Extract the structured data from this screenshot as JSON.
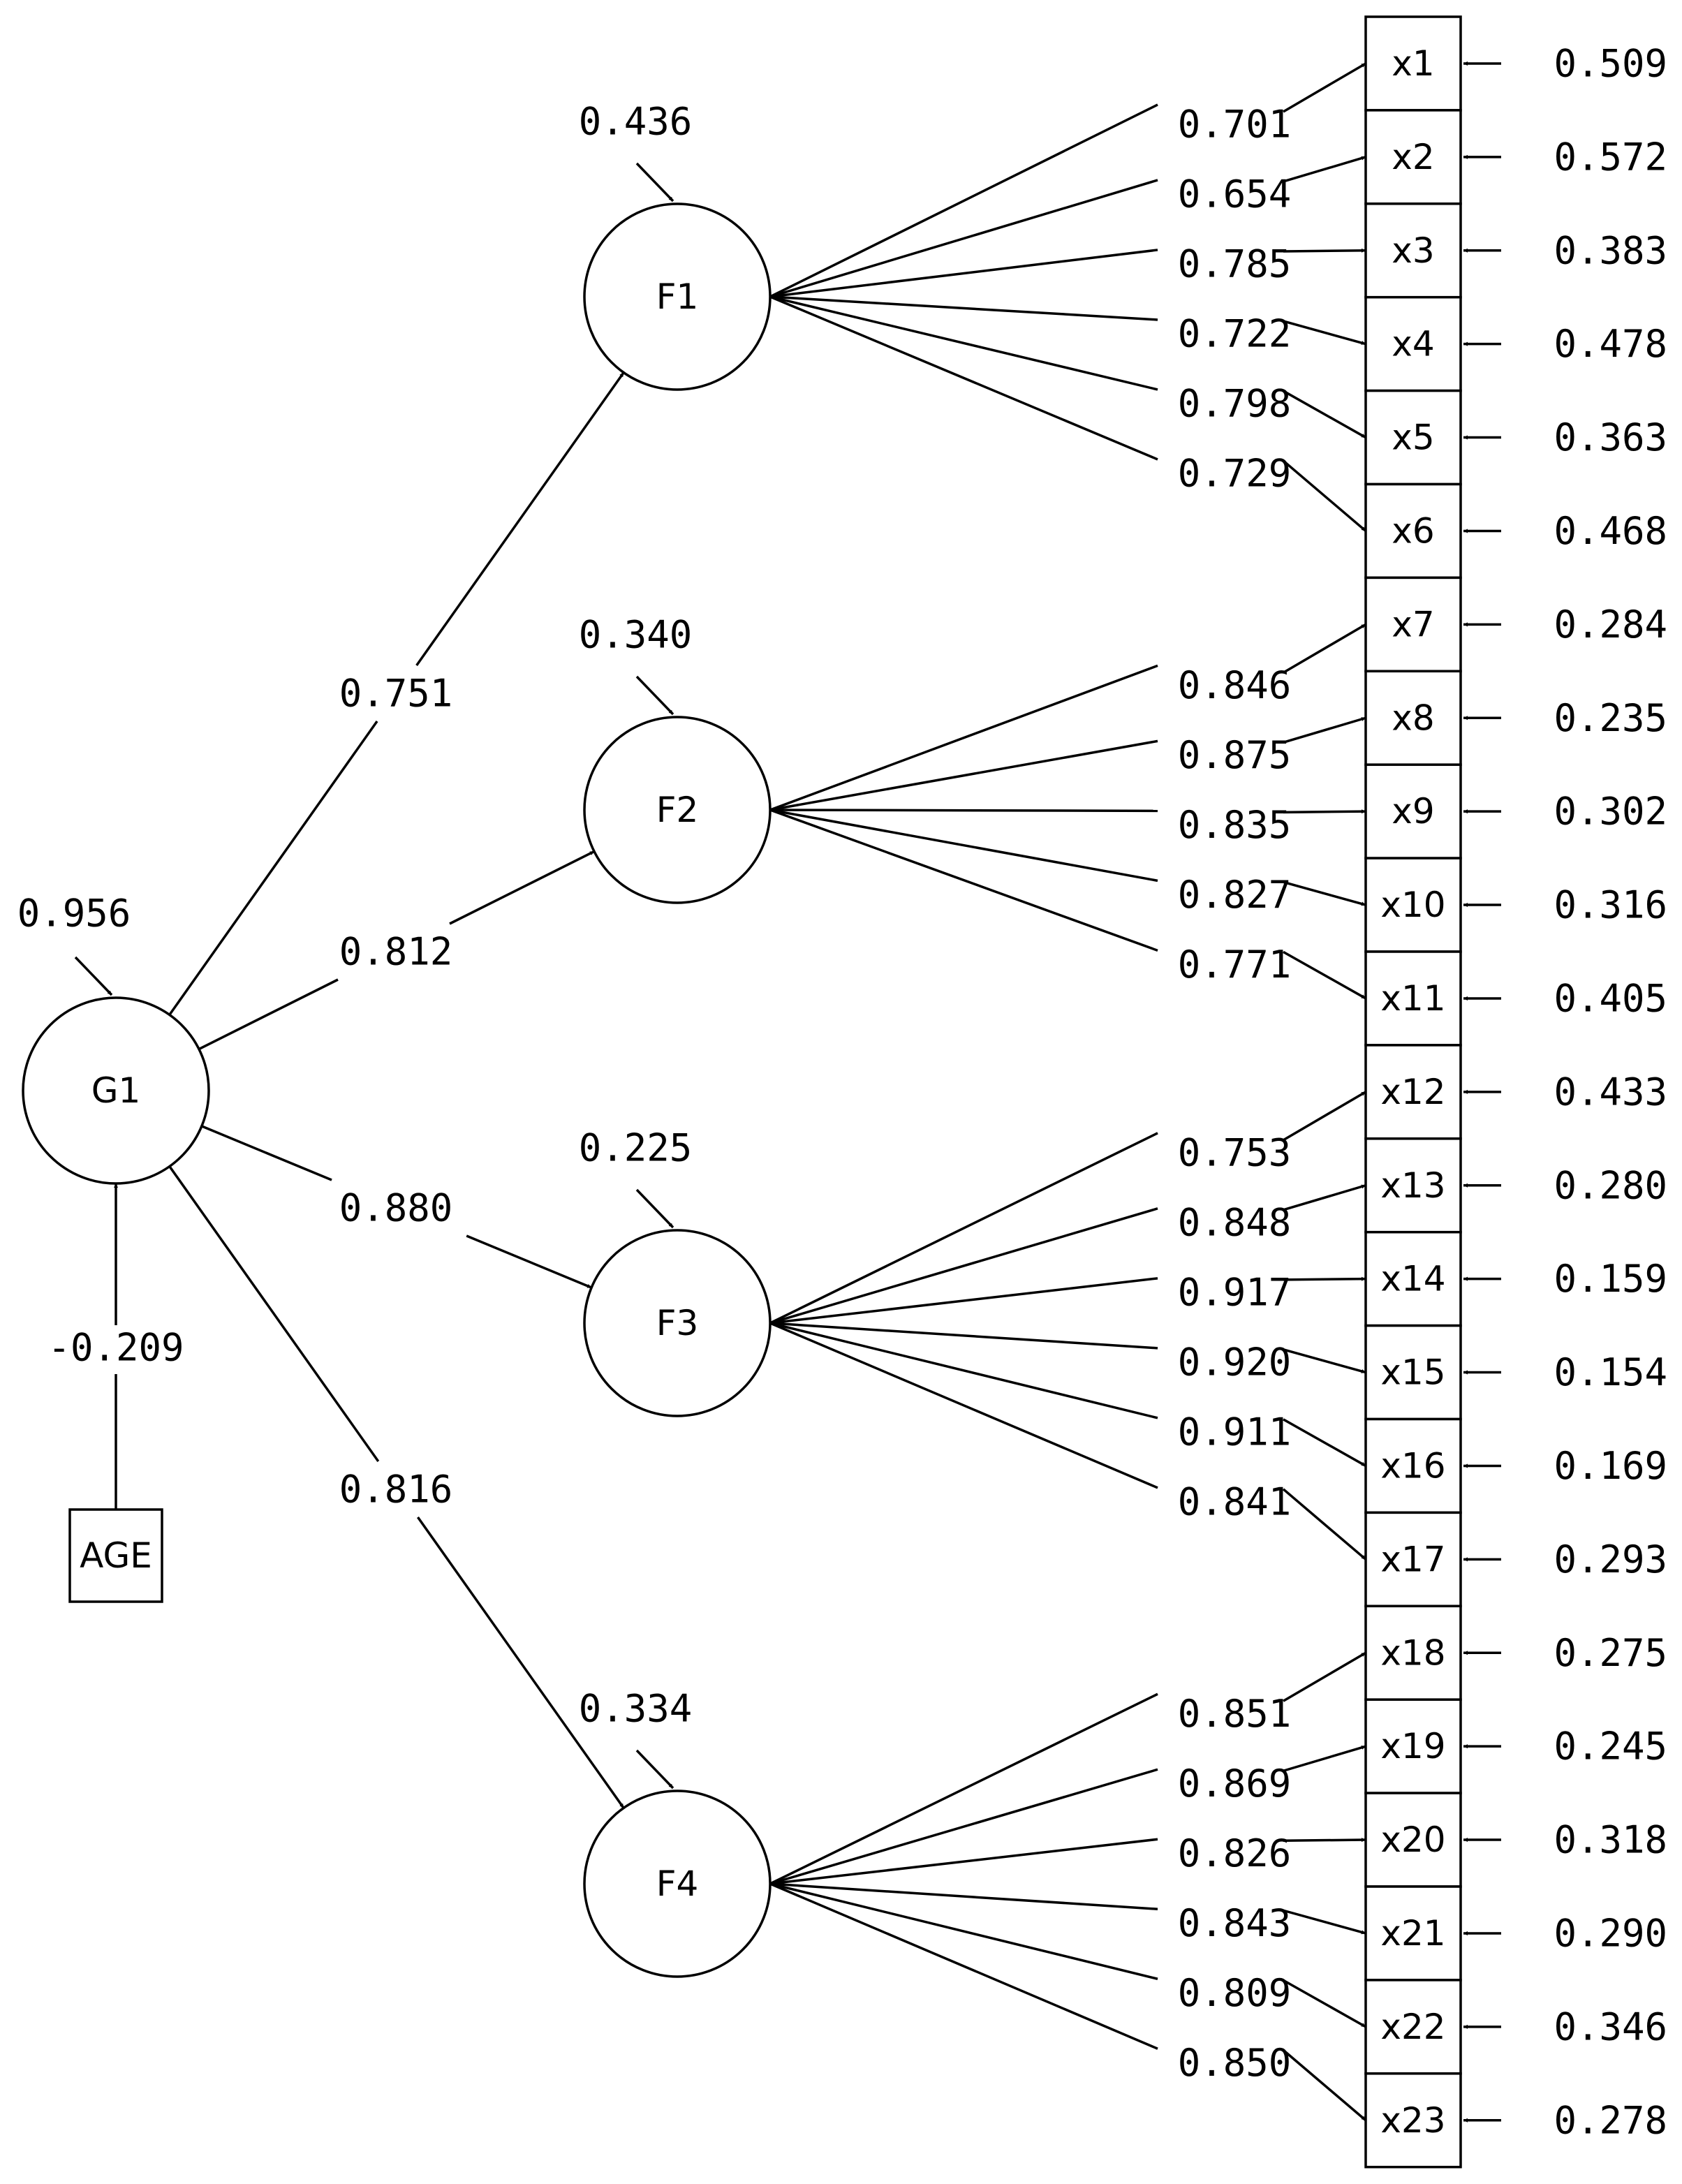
{
  "diagram": {
    "higher_factor": {
      "label": "G1",
      "residual": "0.956"
    },
    "covariate": {
      "label": "AGE",
      "path": "-0.209"
    },
    "factors": [
      {
        "label": "F1",
        "residual": "0.436",
        "loading_on_g": "0.751"
      },
      {
        "label": "F2",
        "residual": "0.340",
        "loading_on_g": "0.812"
      },
      {
        "label": "F3",
        "residual": "0.225",
        "loading_on_g": "0.880"
      },
      {
        "label": "F4",
        "residual": "0.334",
        "loading_on_g": "0.816"
      }
    ],
    "indicators": [
      {
        "label": "x1",
        "factor": 0,
        "loading": "0.701",
        "residual": "0.509"
      },
      {
        "label": "x2",
        "factor": 0,
        "loading": "0.654",
        "residual": "0.572"
      },
      {
        "label": "x3",
        "factor": 0,
        "loading": "0.785",
        "residual": "0.383"
      },
      {
        "label": "x4",
        "factor": 0,
        "loading": "0.722",
        "residual": "0.478"
      },
      {
        "label": "x5",
        "factor": 0,
        "loading": "0.798",
        "residual": "0.363"
      },
      {
        "label": "x6",
        "factor": 0,
        "loading": "0.729",
        "residual": "0.468"
      },
      {
        "label": "x7",
        "factor": 1,
        "loading": "0.846",
        "residual": "0.284"
      },
      {
        "label": "x8",
        "factor": 1,
        "loading": "0.875",
        "residual": "0.235"
      },
      {
        "label": "x9",
        "factor": 1,
        "loading": "0.835",
        "residual": "0.302"
      },
      {
        "label": "x10",
        "factor": 1,
        "loading": "0.827",
        "residual": "0.316"
      },
      {
        "label": "x11",
        "factor": 1,
        "loading": "0.771",
        "residual": "0.405"
      },
      {
        "label": "x12",
        "factor": 2,
        "loading": "0.753",
        "residual": "0.433"
      },
      {
        "label": "x13",
        "factor": 2,
        "loading": "0.848",
        "residual": "0.280"
      },
      {
        "label": "x14",
        "factor": 2,
        "loading": "0.917",
        "residual": "0.159"
      },
      {
        "label": "x15",
        "factor": 2,
        "loading": "0.920",
        "residual": "0.154"
      },
      {
        "label": "x16",
        "factor": 2,
        "loading": "0.911",
        "residual": "0.169"
      },
      {
        "label": "x17",
        "factor": 2,
        "loading": "0.841",
        "residual": "0.293"
      },
      {
        "label": "x18",
        "factor": 3,
        "loading": "0.851",
        "residual": "0.275"
      },
      {
        "label": "x19",
        "factor": 3,
        "loading": "0.869",
        "residual": "0.245"
      },
      {
        "label": "x20",
        "factor": 3,
        "loading": "0.826",
        "residual": "0.318"
      },
      {
        "label": "x21",
        "factor": 3,
        "loading": "0.843",
        "residual": "0.290"
      },
      {
        "label": "x22",
        "factor": 3,
        "loading": "0.809",
        "residual": "0.346"
      },
      {
        "label": "x23",
        "factor": 3,
        "loading": "0.850",
        "residual": "0.278"
      }
    ]
  }
}
